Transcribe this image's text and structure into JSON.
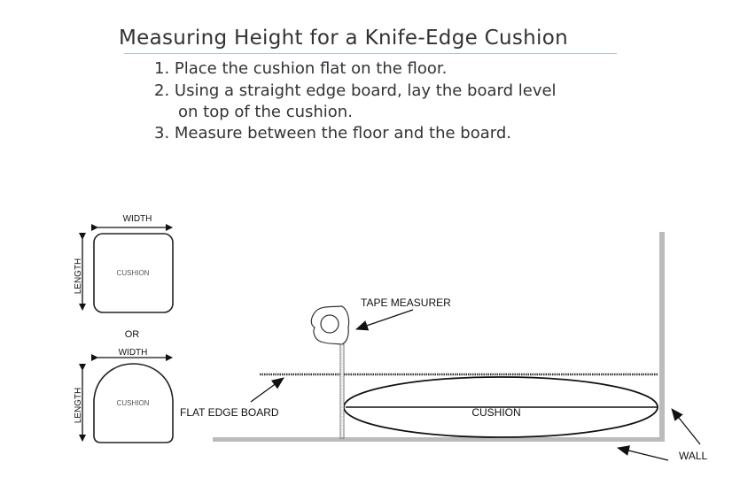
{
  "title": "Measuring Height for a Knife-Edge Cushion",
  "steps": [
    "1. Place the cushion flat on the floor.",
    "2. Using a straight edge board, lay the board level",
    "on top of the cushion.",
    "3. Measure between the floor and the board."
  ],
  "labels": {
    "width": "WIDTH",
    "length": "LENGTH",
    "cushion": "CUSHION",
    "or": "OR",
    "tape_measurer": "TAPE MEASURER",
    "flat_edge_board": "FLAT EDGE BOARD",
    "cushion_main": "CUSHION",
    "wall": "WALL"
  }
}
